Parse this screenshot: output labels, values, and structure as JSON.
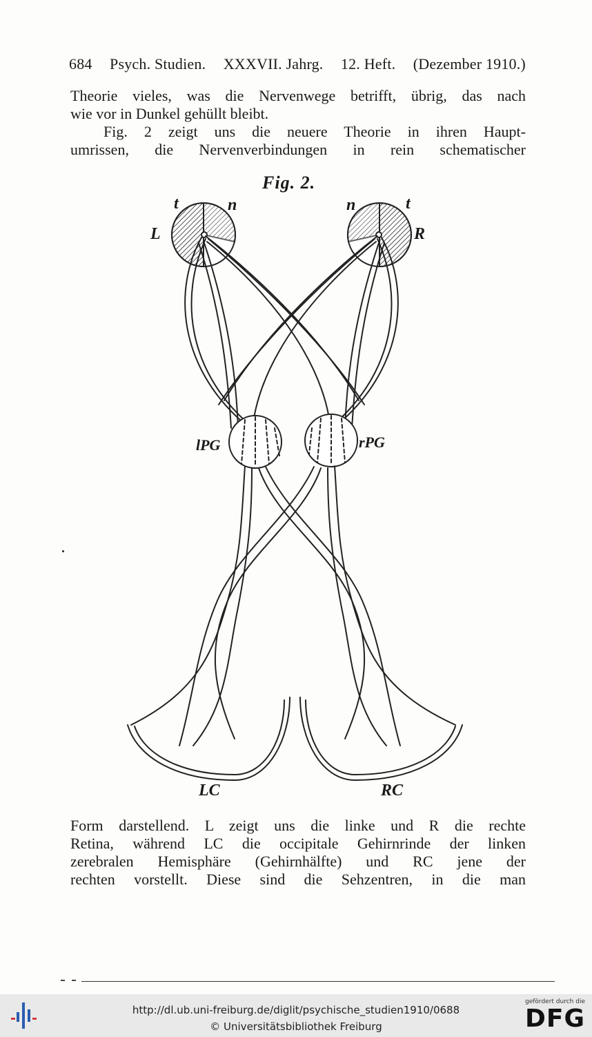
{
  "header": {
    "page_number": "684",
    "journal": "Psych. Studien.",
    "volume": "XXXVII. Jahrg.",
    "issue": "12. Heft.",
    "date": "(Dezember 1910.)"
  },
  "paragraph1": {
    "lines": [
      "Theorie vieles, was die Nervenwege betrifft, übrig, das nach",
      "wie vor in Dunkel gehüllt bleibt."
    ]
  },
  "paragraph2": {
    "lines": [
      "Fig. 2 zeigt uns die neuere Theorie in ihren Haupt-",
      "umrissen, die Nervenverbindungen in rein schematischer"
    ]
  },
  "figure": {
    "title": "Fig. 2.",
    "labels": {
      "left_t": "t",
      "left_n": "n",
      "right_n": "n",
      "right_t": "t",
      "left_retina": "L",
      "right_retina": "R",
      "left_pg": "lPG",
      "right_pg": "rPG",
      "left_cortex": "LC",
      "right_cortex": "RC"
    }
  },
  "paragraph3": {
    "lines": [
      "Form darstellend. L zeigt uns die linke und R die rechte",
      "Retina, während LC die occipitale Gehirnrinde der linken",
      "zerebralen Hemisphäre (Gehirnhälfte) und RC jene der",
      "rechten vorstellt. Diese sind die Sehzentren, in die man"
    ]
  },
  "footer": {
    "url": "http://dl.ub.uni-freiburg.de/diglit/psychische_studien1910/0688",
    "copyright": "© Universitätsbibliothek Freiburg",
    "funding_note": "gefördert durch die",
    "funder_logo": "DFG"
  }
}
